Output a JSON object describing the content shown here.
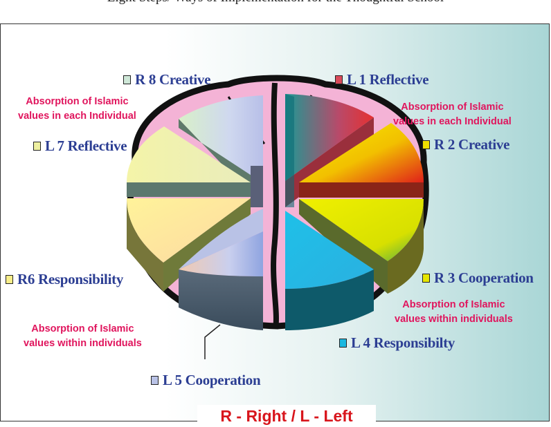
{
  "title": "Eight Steps/ Ways of Implementation for the Thoughtful School",
  "legend": "R - Right / L - Left",
  "segments": [
    {
      "id": "L1",
      "label": "L 1 Reflective",
      "color": "#d94a5a"
    },
    {
      "id": "R2",
      "label": "R 2 Creative",
      "color": "#f0e000"
    },
    {
      "id": "R3",
      "label": "R 3  Cooperation",
      "color": "#e6e600"
    },
    {
      "id": "L4",
      "label": "L 4 Responsibilty",
      "color": "#1ab8e0"
    },
    {
      "id": "L5",
      "label": "L 5 Cooperation",
      "color": "#b9c2e6"
    },
    {
      "id": "R6",
      "label": "R6 Responsibility",
      "color": "#f8ee8a"
    },
    {
      "id": "L7",
      "label": "L 7 Reflective",
      "color": "#eef0a0"
    },
    {
      "id": "R8",
      "label": "R 8 Creative",
      "color": "#cfe8d8"
    }
  ],
  "annotations": {
    "top_right": [
      "Absorption of Islamic",
      "values in each Individual"
    ],
    "top_left": [
      "Absorption of Islamic",
      "values in each Individual"
    ],
    "bottom_right": [
      "Absorption of Islamic",
      "values within individuals"
    ],
    "bottom_left": [
      "Absorption of Islamic",
      "values within individuals"
    ]
  },
  "colors": {
    "label_text": "#2c3e93",
    "annotation_text": "#e0155d",
    "legend_text": "#d8151c",
    "brain": "#f4b3d6"
  }
}
